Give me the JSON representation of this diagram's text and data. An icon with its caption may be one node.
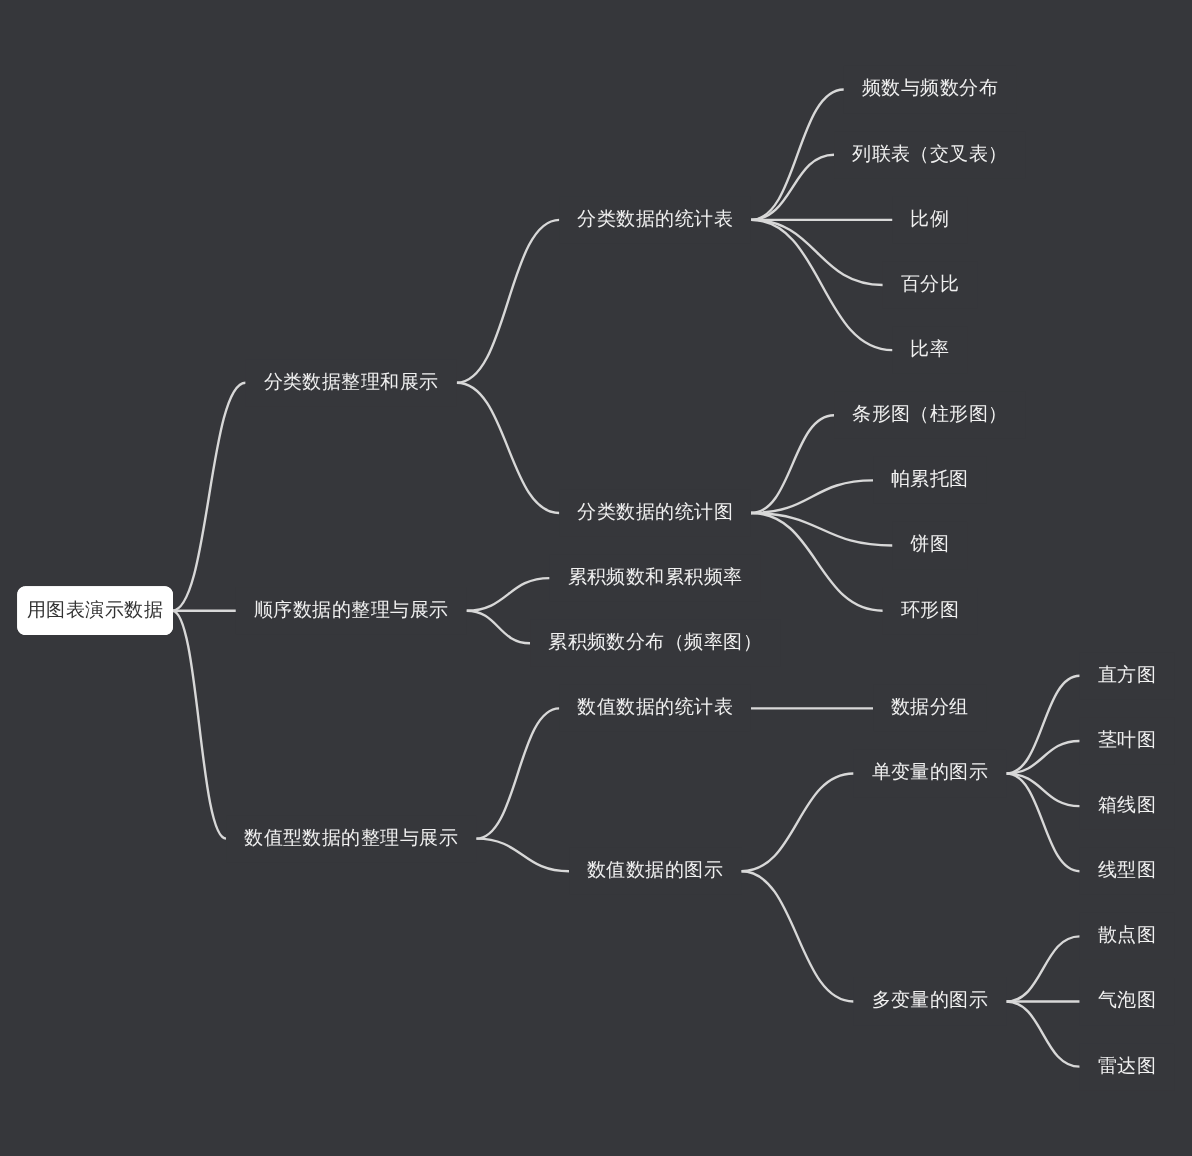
{
  "diagram": {
    "nodes": [
      {
        "text": [
          "用图表演示数据"
        ]
      },
      {
        "text": [
          "分类数据整理和展示"
        ]
      },
      {
        "text": [
          "分类数据的统计表"
        ]
      },
      {
        "text": [
          "频数与频数分布"
        ]
      },
      {
        "text": [
          "列联表（交叉表）"
        ]
      },
      {
        "text": [
          "比例"
        ]
      },
      {
        "text": [
          "百分比"
        ]
      },
      {
        "text": [
          "比率"
        ]
      },
      {
        "text": [
          "分类数据的统计图"
        ]
      },
      {
        "text": [
          "条形图（柱形图）"
        ]
      },
      {
        "text": [
          "帕累托图"
        ]
      },
      {
        "text": [
          "饼图"
        ]
      },
      {
        "text": [
          "环形图"
        ]
      },
      {
        "text": [
          "顺序数据的整理与展示"
        ]
      },
      {
        "text": [
          "累积频数和累积频率"
        ]
      },
      {
        "text": [
          "累积频数分布（频率图）"
        ]
      },
      {
        "text": [
          "数值型数据的整理与展示"
        ]
      },
      {
        "text": [
          "数值数据的统计表"
        ]
      },
      {
        "text": [
          "数据分组"
        ]
      },
      {
        "text": [
          "数值数据的图示"
        ]
      },
      {
        "text": [
          "单变量的图示"
        ]
      },
      {
        "text": [
          "直方图"
        ]
      },
      {
        "text": [
          "茎叶图"
        ]
      },
      {
        "text": [
          "箱线图"
        ]
      },
      {
        "text": [
          "线型图"
        ]
      },
      {
        "text": [
          "多变量的图示"
        ]
      },
      {
        "text": [
          "散点图"
        ]
      },
      {
        "text": [
          "气泡图"
        ]
      },
      {
        "text": [
          "雷达图"
        ]
      }
    ],
    "edges": [
      {
        "from": 0,
        "to": 1,
        "arrow": "none"
      },
      {
        "from": 1,
        "to": 2,
        "arrow": "none"
      },
      {
        "from": 2,
        "to": 3,
        "arrow": "none"
      },
      {
        "from": 2,
        "to": 4,
        "arrow": "none"
      },
      {
        "from": 2,
        "to": 5,
        "arrow": "none"
      },
      {
        "from": 2,
        "to": 6,
        "arrow": "none"
      },
      {
        "from": 2,
        "to": 7,
        "arrow": "none"
      },
      {
        "from": 1,
        "to": 8,
        "arrow": "none"
      },
      {
        "from": 8,
        "to": 9,
        "arrow": "none"
      },
      {
        "from": 8,
        "to": 10,
        "arrow": "none"
      },
      {
        "from": 8,
        "to": 11,
        "arrow": "none"
      },
      {
        "from": 8,
        "to": 12,
        "arrow": "none"
      },
      {
        "from": 0,
        "to": 13,
        "arrow": "none"
      },
      {
        "from": 13,
        "to": 14,
        "arrow": "none"
      },
      {
        "from": 13,
        "to": 15,
        "arrow": "none"
      },
      {
        "from": 0,
        "to": 16,
        "arrow": "none"
      },
      {
        "from": 16,
        "to": 17,
        "arrow": "none"
      },
      {
        "from": 17,
        "to": 18,
        "arrow": "none"
      },
      {
        "from": 16,
        "to": 19,
        "arrow": "none"
      },
      {
        "from": 19,
        "to": 20,
        "arrow": "none"
      },
      {
        "from": 20,
        "to": 21,
        "arrow": "none"
      },
      {
        "from": 20,
        "to": 22,
        "arrow": "none"
      },
      {
        "from": 20,
        "to": 23,
        "arrow": "none"
      },
      {
        "from": 20,
        "to": 24,
        "arrow": "none"
      },
      {
        "from": 19,
        "to": 25,
        "arrow": "none"
      },
      {
        "from": 25,
        "to": 26,
        "arrow": "none"
      },
      {
        "from": 25,
        "to": 27,
        "arrow": "none"
      },
      {
        "from": 25,
        "to": 28,
        "arrow": "none"
      }
    ]
  }
}
